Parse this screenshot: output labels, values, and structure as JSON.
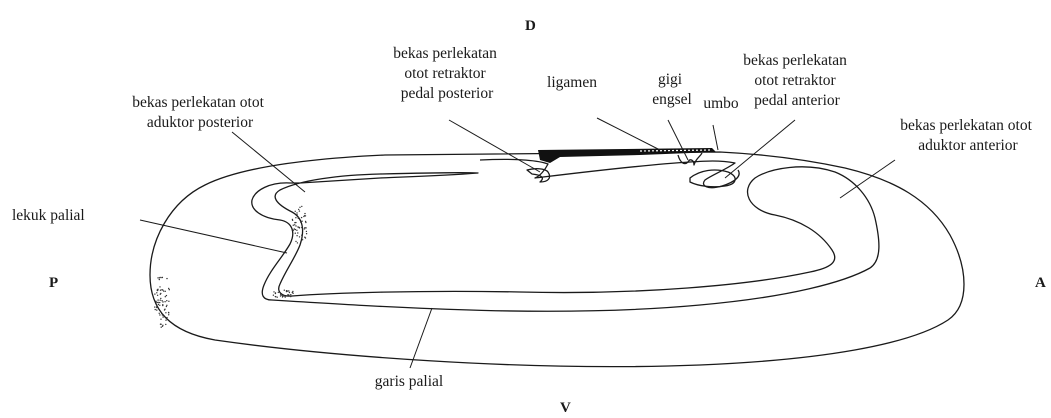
{
  "orientation": {
    "dorsal": "D",
    "ventral": "V",
    "posterior": "P",
    "anterior": "A"
  },
  "labels": {
    "posterior_adductor_scar": [
      "bekas perlekatan otot",
      "aduktor posterior"
    ],
    "posterior_pedal_retractor_scar": [
      "bekas perlekatan",
      "otot retraktor",
      "pedal posterior"
    ],
    "ligament": [
      "ligamen"
    ],
    "hinge_teeth": [
      "gigi",
      "engsel"
    ],
    "umbo": [
      "umbo"
    ],
    "anterior_pedal_retractor_scar": [
      "bekas perlekatan",
      "otot retraktor",
      "pedal anterior"
    ],
    "anterior_adductor_scar": [
      "bekas perlekatan otot",
      "aduktor anterior"
    ],
    "pallial_sinus": [
      "lekuk palial"
    ],
    "pallial_line": [
      "garis palial"
    ]
  },
  "colors": {
    "line": "#1a1a1a",
    "ligament_fill": "#111111",
    "background": "#ffffff"
  }
}
